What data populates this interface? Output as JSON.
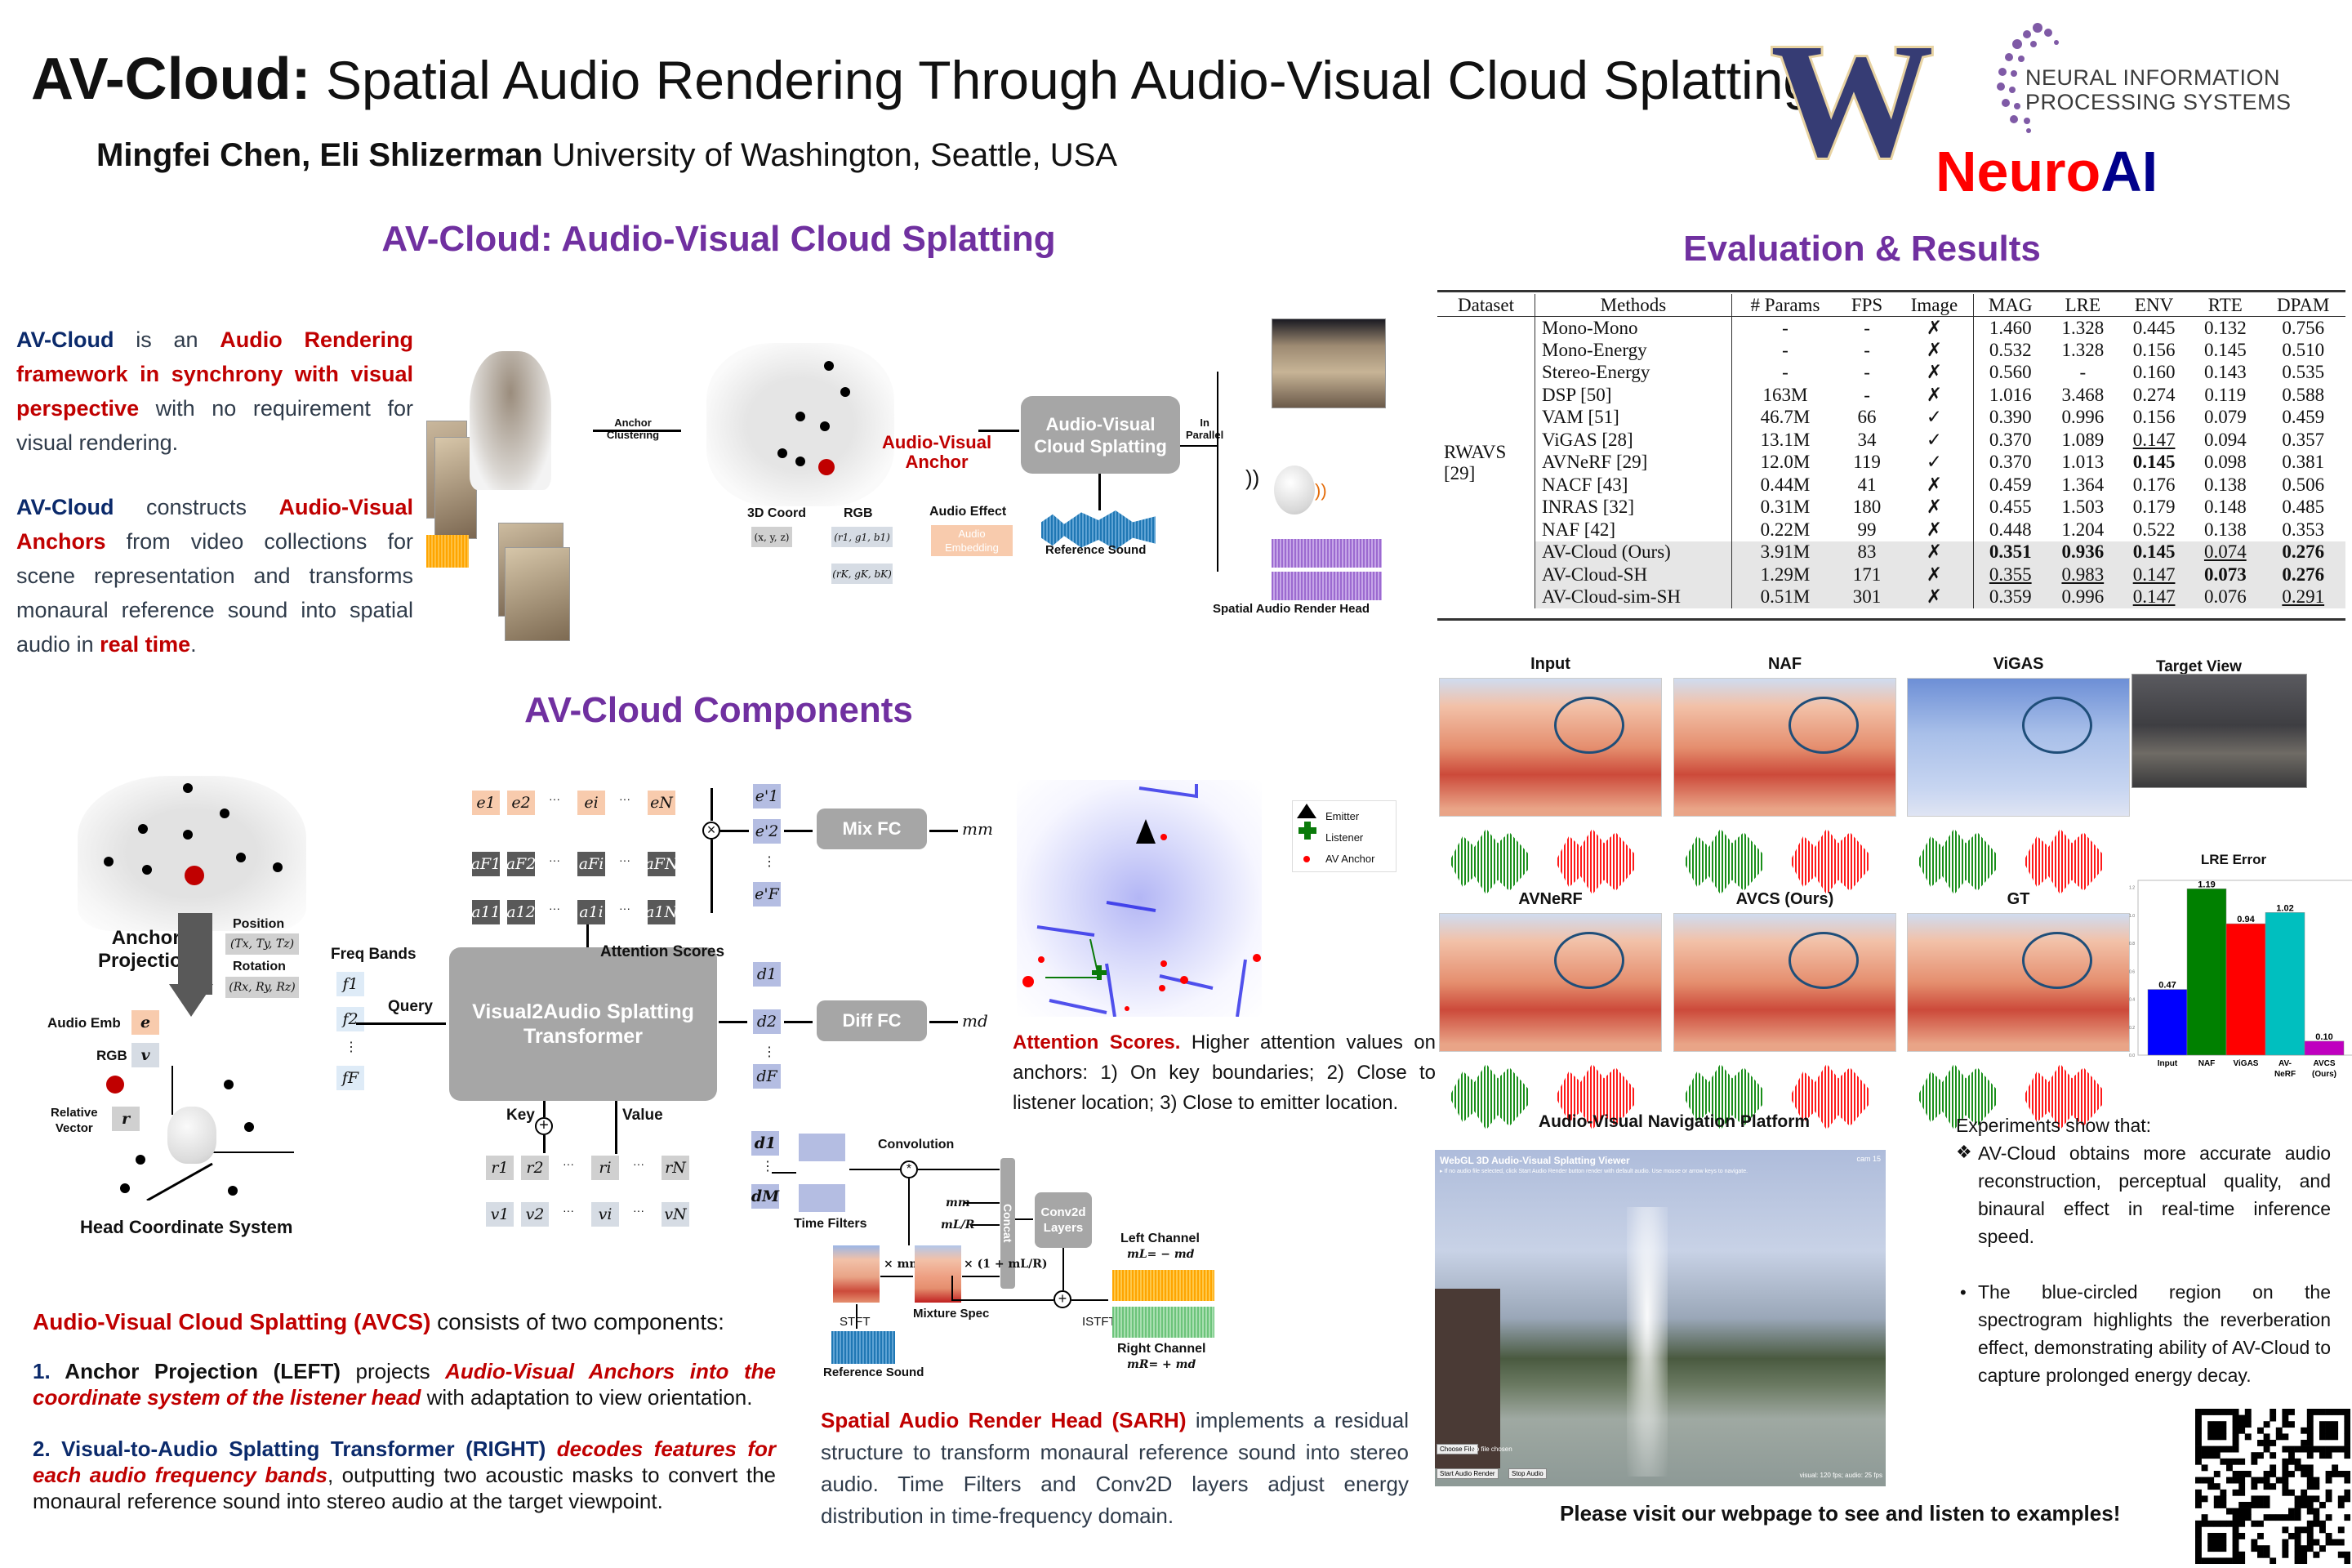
{
  "header": {
    "title_bold": "AV-Cloud:",
    "title_rest": "Spatial Audio Rendering Through Audio-Visual Cloud Splatting",
    "authors": "Mingfei Chen, Eli Shlizerman",
    "affiliation": "University of Washington, Seattle, USA",
    "logos": {
      "uw": "W",
      "neurips_line1": "NEURAL INFORMATION",
      "neurips_line2": "PROCESSING SYSTEMS",
      "neuroai_part1": "Neuro",
      "neuroai_part2": "AI"
    },
    "colors": {
      "uw_purple": "#363c74",
      "uw_gold": "#e8d3a2",
      "neuroai_red": "#ff0000",
      "neuroai_blue": "#00008b",
      "neurips_purple": "#7f5aa6"
    }
  },
  "overview": {
    "heading": "AV-Cloud: Audio-Visual Cloud Splatting",
    "intro1": {
      "s1": "AV-Cloud",
      "s2": " is an ",
      "s3": "Audio Rendering framework in synchrony with visual perspective",
      "s4": " with no requirement for visual rendering."
    },
    "intro2": {
      "s1": "AV-Cloud",
      "s2": " constructs ",
      "s3": "Audio-Visual Anchors",
      "s4": " from video collections for scene representation and transforms monaural reference sound into spatial audio in ",
      "s5": "real time",
      "s6": "."
    },
    "diagram": {
      "anchor_clustering": "Anchor\nClustering",
      "av_anchor": "Audio-Visual\nAnchor",
      "coord_label": "3D Coord",
      "coord_value": "(x, y, z)",
      "rgb_label": "RGB",
      "rgb_value1": "(r1, g1, b1)",
      "rgb_value2": "(rK, gK, bK)",
      "audio_effect_label": "Audio Effect",
      "audio_embedding": "Audio\nEmbedding",
      "splatting_box": "Audio-Visual\nCloud Splatting",
      "reference_sound": "Reference Sound",
      "in_parallel": "In\nParallel",
      "render_head": "Spatial Audio Render Head"
    }
  },
  "components": {
    "heading": "AV-Cloud Components",
    "anchor_projection": {
      "title": "Anchor\nProjection",
      "position_label": "Position",
      "position_value": "(Tx, Ty, Tz)",
      "rotation_label": "Rotation",
      "rotation_value": "(Rx, Ry, Rz)",
      "audio_emb": "Audio Emb",
      "audio_emb_sym": "e",
      "rgb": "RGB",
      "rgb_sym": "v",
      "relative_vector": "Relative\nVector",
      "relative_sym": "r",
      "head_coord": "Head Coordinate System"
    },
    "transformer": {
      "freq_bands": "Freq Bands",
      "freq_tokens": [
        "f1",
        "f2",
        "⋮",
        "fF"
      ],
      "query": "Query",
      "key": "Key",
      "value": "Value",
      "box": "Visual2Audio Splatting\nTransformer",
      "attention_scores": "Attention Scores",
      "e_tokens": [
        "e1",
        "e2",
        "···",
        "ei",
        "···",
        "eN"
      ],
      "aF_tokens": [
        "aF1",
        "aF2",
        "···",
        "aFi",
        "···",
        "aFN"
      ],
      "a1_tokens": [
        "a11",
        "a12",
        "···",
        "a1i",
        "···",
        "a1N"
      ],
      "eprime_tokens": [
        "e'1",
        "e'2",
        "⋮",
        "e'F"
      ],
      "d_tokens": [
        "d1",
        "d2",
        "⋮",
        "dF"
      ],
      "r_tokens": [
        "r1",
        "r2",
        "···",
        "ri",
        "···",
        "rN"
      ],
      "v_tokens": [
        "v1",
        "v2",
        "···",
        "vi",
        "···",
        "vN"
      ],
      "mix_fc": "Mix FC",
      "mix_out": "mm",
      "diff_fc": "Diff FC",
      "diff_out": "md"
    },
    "attention_map": {
      "legend": [
        "Emitter",
        "Listener",
        "AV Anchor"
      ],
      "caption_bold": "Attention Scores.",
      "caption_rest": " Higher attention values on anchors: 1) On key boundaries; 2) Close to listener location; 3) Close to emitter location."
    },
    "sarh_diagram": {
      "d_tokens": [
        "d1",
        "⋮",
        "dM"
      ],
      "time_filters": "Time Filters",
      "convolution": "Convolution",
      "mm": "mm",
      "mlr": "mL/R",
      "concat": "Concat",
      "conv2d": "Conv2d\nLayers",
      "times_mm": "× mm",
      "times_1_mlr": "× (1 + mL/R)",
      "mixture_spec": "Mixture Spec",
      "stft": "STFT",
      "istft": "ISTFT",
      "reference_sound": "Reference Sound",
      "left_channel": "Left Channel",
      "left_eq": "mL= − md",
      "right_channel": "Right Channel",
      "right_eq": "mR= + md"
    },
    "avcs_text": {
      "title_red": "Audio-Visual Cloud Splatting (AVCS)",
      "title_rest": " consists of two components:",
      "item1_num": "1.",
      "item1_bold": " Anchor Projection (LEFT)",
      "item1_mid": " projects ",
      "item1_red": "Audio-Visual Anchors into the coordinate system of the listener head",
      "item1_end": " with adaptation to view orientation.",
      "item2_blue": "2. Visual-to-Audio Splatting Transformer (RIGHT)",
      "item2_red": " decodes features for each audio frequency bands",
      "item2_end": ", outputting two acoustic masks to convert the monaural reference sound into stereo audio at the target viewpoint."
    },
    "sarh_text": {
      "title_red": "Spatial Audio Render Head (SARH)",
      "rest": " implements a residual structure to transform monaural reference sound into stereo audio. Time Filters and Conv2D layers adjust energy distribution in time-frequency domain."
    }
  },
  "results": {
    "heading": "Evaluation & Results",
    "table": {
      "columns": [
        "Dataset",
        "Methods",
        "# Params",
        "FPS",
        "Image",
        "MAG",
        "LRE",
        "ENV",
        "RTE",
        "DPAM"
      ],
      "dataset": "RWAVS\n[29]",
      "rows": [
        {
          "method": "Mono-Mono",
          "params": "-",
          "fps": "-",
          "image": "✗",
          "mag": "1.460",
          "lre": "1.328",
          "env": "0.445",
          "rte": "0.132",
          "dpam": "0.756"
        },
        {
          "method": "Mono-Energy",
          "params": "-",
          "fps": "-",
          "image": "✗",
          "mag": "0.532",
          "lre": "1.328",
          "env": "0.156",
          "rte": "0.145",
          "dpam": "0.510"
        },
        {
          "method": "Stereo-Energy",
          "params": "-",
          "fps": "-",
          "image": "✗",
          "mag": "0.560",
          "lre": "-",
          "env": "0.160",
          "rte": "0.143",
          "dpam": "0.535"
        },
        {
          "method": "DSP [50]",
          "params": "163M",
          "fps": "-",
          "image": "✗",
          "mag": "1.016",
          "lre": "3.468",
          "env": "0.274",
          "rte": "0.119",
          "dpam": "0.588"
        },
        {
          "method": "VAM [51]",
          "params": "46.7M",
          "fps": "66",
          "image": "✓",
          "mag": "0.390",
          "lre": "0.996",
          "env": "0.156",
          "rte": "0.079",
          "dpam": "0.459"
        },
        {
          "method": "ViGAS [28]",
          "params": "13.1M",
          "fps": "34",
          "image": "✓",
          "mag": "0.370",
          "lre": "1.089",
          "env": "0.147",
          "rte": "0.094",
          "dpam": "0.357"
        },
        {
          "method": "AVNeRF [29]",
          "params": "12.0M",
          "fps": "119",
          "image": "✓",
          "mag": "0.370",
          "lre": "1.013",
          "env": "0.145",
          "rte": "0.098",
          "dpam": "0.381"
        },
        {
          "method": "NACF [43]",
          "params": "0.44M",
          "fps": "41",
          "image": "✗",
          "mag": "0.459",
          "lre": "1.364",
          "env": "0.176",
          "rte": "0.138",
          "dpam": "0.506"
        },
        {
          "method": "INRAS [32]",
          "params": "0.31M",
          "fps": "180",
          "image": "✗",
          "mag": "0.455",
          "lre": "1.503",
          "env": "0.179",
          "rte": "0.148",
          "dpam": "0.485"
        },
        {
          "method": "NAF [42]",
          "params": "0.22M",
          "fps": "99",
          "image": "✗",
          "mag": "0.448",
          "lre": "1.204",
          "env": "0.522",
          "rte": "0.138",
          "dpam": "0.353"
        },
        {
          "method": "AV-Cloud (Ours)",
          "params": "3.91M",
          "fps": "83",
          "image": "✗",
          "mag": "0.351",
          "lre": "0.936",
          "env": "0.145",
          "rte": "0.074",
          "dpam": "0.276"
        },
        {
          "method": "AV-Cloud-SH",
          "params": "1.29M",
          "fps": "171",
          "image": "✗",
          "mag": "0.355",
          "lre": "0.983",
          "env": "0.147",
          "rte": "0.073",
          "dpam": "0.276"
        },
        {
          "method": "AV-Cloud-sim-SH",
          "params": "0.51M",
          "fps": "301",
          "image": "✗",
          "mag": "0.359",
          "lre": "0.996",
          "env": "0.147",
          "rte": "0.076",
          "dpam": "0.291"
        }
      ],
      "bold_cells": [
        "6.env",
        "10.mag",
        "10.lre",
        "10.env",
        "10.dpam",
        "11.rte",
        "11.dpam"
      ],
      "underline_cells": [
        "5.env",
        "10.rte",
        "11.mag",
        "11.lre",
        "11.env",
        "12.env",
        "12.dpam"
      ]
    },
    "spectrograms": [
      "Input",
      "NAF",
      "ViGAS",
      "AVNeRF",
      "AVCS (Ours)",
      "GT"
    ],
    "target_view": "Target View",
    "navigation": {
      "title": "Audio-Visual Navigation Platform",
      "viewer_title": "WebGL 3D Audio-Visual Splatting Viewer",
      "viewer_hint": "▸ If no audio file selected, click Start Audio Render button render with default audio. Use mouse or arrow keys to navigate.",
      "cam": "cam 15",
      "choose_file": "Choose File",
      "no_file": "No file chosen",
      "start_audio": "Start Audio Render",
      "stop_audio": "Stop Audio",
      "fps": "visual: 120 fps; audio: 25 fps"
    },
    "experiments": {
      "intro": "Experiments show that:",
      "bullet1": "AV-Cloud obtains more accurate audio reconstruction, perceptual quality, and binaural effect in real-time inference speed.",
      "bullet2": "The blue-circled region on the spectrogram highlights the reverberation effect, demonstrating ability of AV-Cloud to capture prolonged energy decay."
    },
    "visit": "Please visit our webpage to see and listen to examples!"
  },
  "chart_data": {
    "type": "bar",
    "title": "LRE Error",
    "categories": [
      "Input",
      "NAF",
      "ViGAS",
      "AV-NeRF",
      "AVCS (Ours)"
    ],
    "values": [
      0.47,
      1.19,
      0.94,
      1.02,
      0.1
    ],
    "colors": [
      "#0000ff",
      "#008000",
      "#ff0000",
      "#00bfbf",
      "#bf00bf"
    ],
    "ylim": [
      0,
      1.25
    ],
    "yticks": [
      "0.0",
      "0.2",
      "0.4",
      "0.6",
      "0.8",
      "1.0",
      "1.2"
    ],
    "xlabel": "",
    "ylabel": "",
    "grid": false
  }
}
